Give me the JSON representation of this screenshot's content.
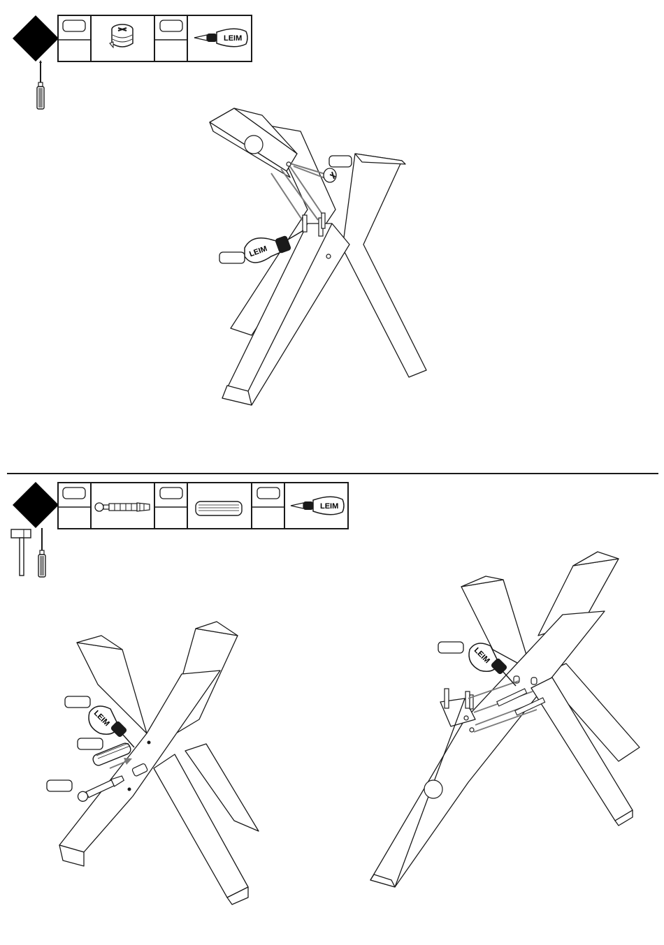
{
  "step_a": {
    "parts": [
      {
        "icon": "cam-lock-nut-icon",
        "qty": ""
      },
      {
        "icon": "glue-bottle-icon",
        "label": "LEIM",
        "qty": ""
      }
    ],
    "tools": [
      "screwdriver-icon"
    ],
    "callouts": {
      "cam_nut": "",
      "glue": "",
      "circle": ""
    }
  },
  "step_b": {
    "parts": [
      {
        "icon": "cam-bolt-icon",
        "qty": ""
      },
      {
        "icon": "wooden-dowel-icon",
        "qty": ""
      },
      {
        "icon": "glue-bottle-icon",
        "label": "LEIM",
        "qty": ""
      }
    ],
    "tools": [
      "hammer-icon",
      "screwdriver-icon"
    ],
    "callouts": {
      "glue_left": "",
      "dowel_left": "",
      "bolt_left": "",
      "glue_right": "",
      "circle_right": ""
    }
  },
  "glue_label": "LEIM",
  "colors": {
    "line": "#1a1a1a",
    "guide": "#7a7a7a",
    "badge": "#000000"
  }
}
